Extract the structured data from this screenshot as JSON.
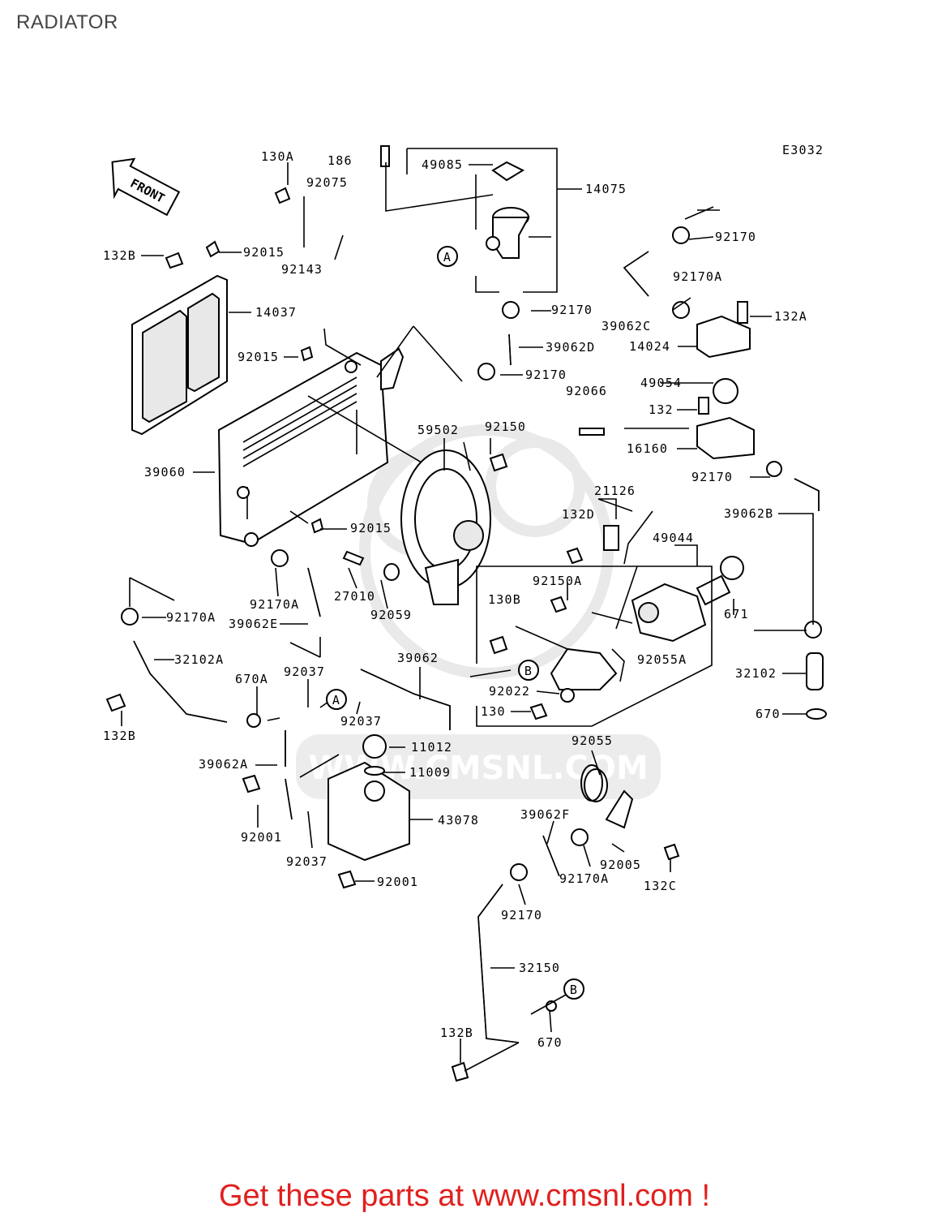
{
  "title": "RADIATOR",
  "figure_code": "E3032",
  "front_arrow_label": "FRONT",
  "ref_markers": [
    "A",
    "B"
  ],
  "watermark_text": "WWW.CMSNL.COM",
  "footer_text": "Get these parts at www.cmsnl.com !",
  "colors": {
    "footer": "#e0201e",
    "title": "#444444"
  },
  "part_labels": [
    "130A",
    "186",
    "49085",
    "14075",
    "92075",
    "92015",
    "92143",
    "132B",
    "14037",
    "92170",
    "92170A",
    "39062C",
    "132A",
    "14024",
    "92170",
    "39062D",
    "92015",
    "92170",
    "49054",
    "92066",
    "132",
    "16160",
    "59502",
    "92150",
    "39060",
    "92170",
    "21126",
    "39062B",
    "132D",
    "49044",
    "92015",
    "27010",
    "92170A",
    "92059",
    "92150A",
    "671",
    "92170A",
    "39062E",
    "130B",
    "92055A",
    "32102A",
    "39062",
    "670A",
    "92037",
    "B",
    "92022",
    "32102",
    "130",
    "670",
    "132B",
    "92037",
    "11012",
    "92055",
    "39062A",
    "11009",
    "43078",
    "39062F",
    "92001",
    "92037",
    "92005",
    "132C",
    "92001",
    "92170A",
    "92170",
    "32150",
    "132B",
    "670"
  ]
}
